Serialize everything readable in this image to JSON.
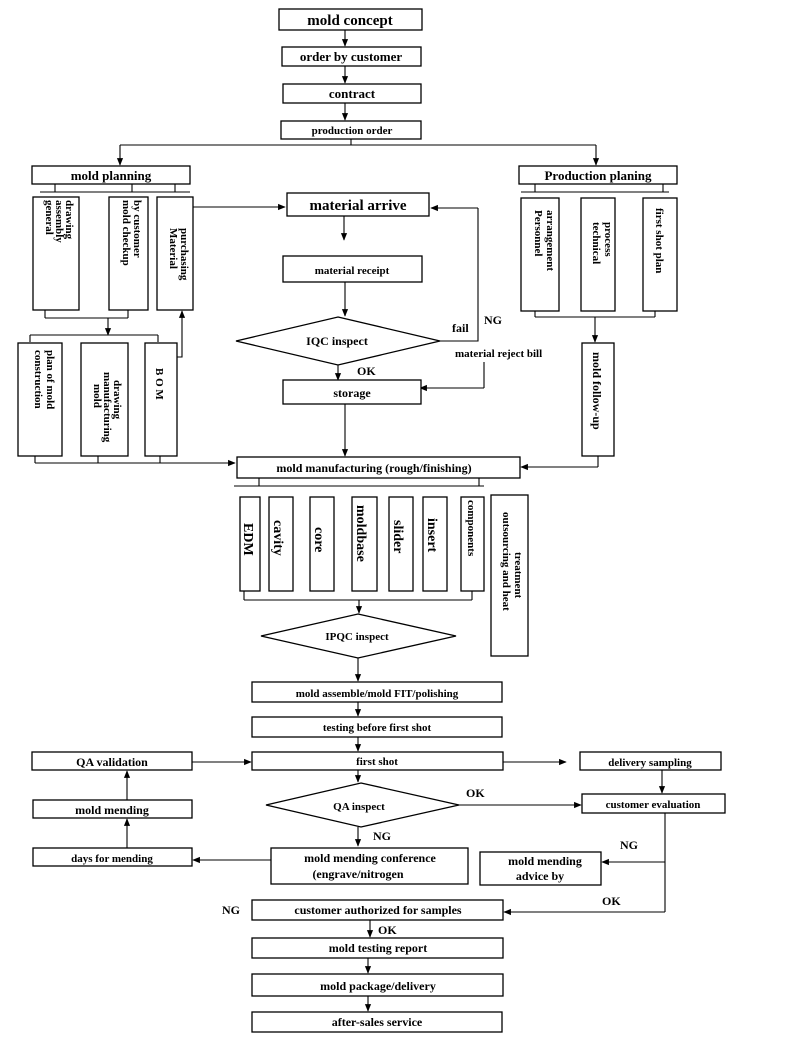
{
  "flow": {
    "mold_concept": "mold concept",
    "order_by_customer": "order by customer",
    "contract": "contract",
    "production_order": "production order",
    "mold_planning": "mold planning",
    "production_planing": "Production planing",
    "material_arrive": "material arrive",
    "material_receipt": "material receipt",
    "iqc_inspect": "IQC inspect",
    "storage": "storage",
    "mold_manufacturing": "mold manufacturing (rough/finishing)",
    "ipqc_inspect": "IPQC inspect",
    "mold_assemble": "mold assemble/mold FIT/polishing",
    "testing_before_first_shot": "testing before first shot",
    "first_shot": "first shot",
    "qa_validation": "QA validation",
    "mold_mending": "mold mending",
    "days_for_mending": "days for mending",
    "qa_inspect": "QA inspect",
    "delivery_sampling": "delivery sampling",
    "customer_evaluation": "customer evaluation",
    "mending_conference_line1": "mold mending conference",
    "mending_conference_line2": "(engrave/nitrogen",
    "mending_advice_line1": "mold mending",
    "mending_advice_line2": "advice by",
    "customer_authorized": "customer authorized for samples",
    "mold_testing_report": "mold testing report",
    "mold_package": "mold package/delivery",
    "after_sales": "after-sales service"
  },
  "mold_planning_items": [
    [
      "general",
      "assembly",
      "drawing"
    ],
    [
      "mold checkup",
      "by customer"
    ],
    [
      "Material",
      "purchasing"
    ]
  ],
  "mold_planning_items2": [
    [
      "construction",
      "plan of mold"
    ],
    [
      "mold",
      "manufacturing",
      "drawing"
    ],
    [
      "B O M"
    ]
  ],
  "production_planing_items": [
    [
      "Personnel",
      "arrangement"
    ],
    [
      "technical",
      "process"
    ],
    [
      "first shot plan"
    ]
  ],
  "mold_follow_up": "mold follow-up",
  "manufacturing_items": [
    "EDM",
    "cavity",
    "core",
    "moldbase",
    "slider",
    "insert",
    "components"
  ],
  "outsourcing": [
    "outsourcing and heat",
    "treatment"
  ],
  "labels": {
    "fail": "fail",
    "ng": "NG",
    "material_reject_bill": "material reject bill",
    "ok": "OK"
  }
}
